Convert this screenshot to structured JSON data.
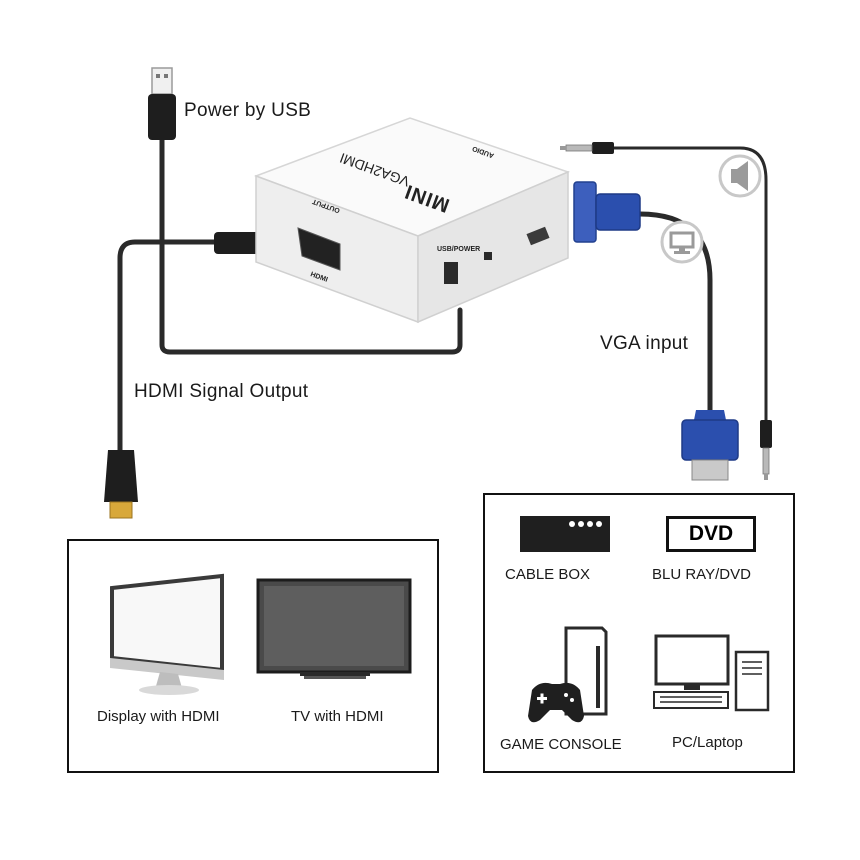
{
  "labels": {
    "power_by_usb": "Power by USB",
    "hdmi_signal_output": "HDMI Signal Output",
    "vga_input": "VGA input"
  },
  "device": {
    "name": "VGA2HDMI",
    "badge": "MINI",
    "usb_power_label": "USB/POWER",
    "output_label": "OUTPUT",
    "hdmi_port_label": "HDMI",
    "audio_label": "AUDIO"
  },
  "outputs_panel": {
    "items": [
      {
        "label": "Display with HDMI",
        "icon": "monitor-icon"
      },
      {
        "label": "TV with HDMI",
        "icon": "tv-icon"
      }
    ]
  },
  "sources_panel": {
    "items": [
      {
        "label": "CABLE BOX",
        "icon": "cable-box-icon"
      },
      {
        "label": "BLU RAY/DVD",
        "icon": "dvd-icon",
        "badge_text": "DVD"
      },
      {
        "label": "GAME CONSOLE",
        "icon": "game-console-icon"
      },
      {
        "label": "PC/Laptop",
        "icon": "pc-icon"
      }
    ]
  },
  "colors": {
    "cable": "#2a2a2a",
    "vga_blue": "#2b4fae",
    "device_white": "#f4f4f4",
    "gold": "#d8a83a"
  }
}
